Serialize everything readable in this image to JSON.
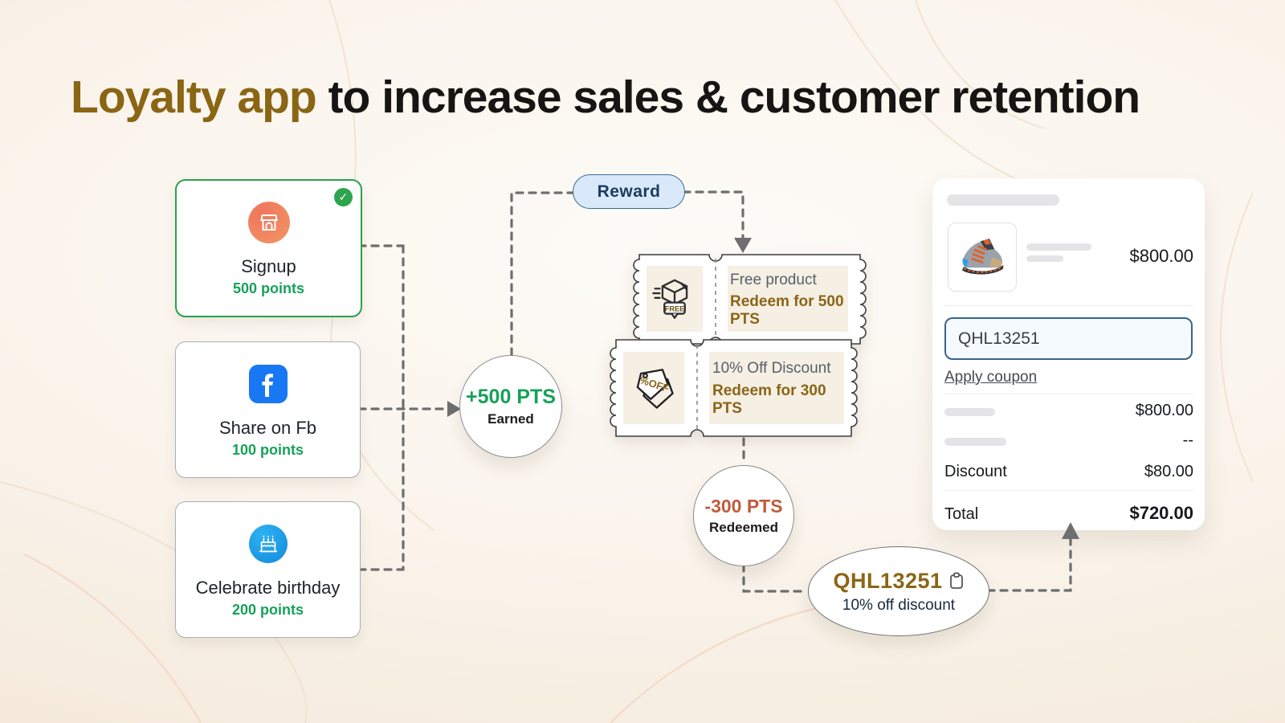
{
  "title": {
    "highlight": "Loyalty app",
    "rest": " to increase sales & customer retention"
  },
  "earn_cards": [
    {
      "label": "Signup",
      "points": "500 points",
      "icon": "storefront-icon",
      "completed_badge": "✓"
    },
    {
      "label": "Share on Fb",
      "points": "100 points",
      "icon": "facebook-icon"
    },
    {
      "label": "Celebrate birthday",
      "points": "200 points",
      "icon": "birthday-cake-icon"
    }
  ],
  "earned_node": {
    "points": "+500 PTS",
    "caption": "Earned"
  },
  "reward_label": "Reward",
  "coupons": [
    {
      "title": "Free product",
      "redeem": "Redeem for 500 PTS",
      "icon": "free-shipping-box-icon",
      "icon_text": "FREE"
    },
    {
      "title": "10% Off Discount",
      "redeem": "Redeem for 300 PTS",
      "icon": "percent-off-tag-icon",
      "icon_text": "%OFF"
    }
  ],
  "redeemed_node": {
    "points": "-300 PTS",
    "caption": "Redeemed"
  },
  "coupon_code_node": {
    "code": "QHL13251",
    "caption": "10% off discount",
    "icon": "copy-icon"
  },
  "checkout": {
    "product_price": "$800.00",
    "coupon_input_value": "QHL13251",
    "apply_link": "Apply coupon",
    "subtotal_value": "$800.00",
    "shipping_value": "--",
    "discount_label": "Discount",
    "discount_value": "$80.00",
    "total_label": "Total",
    "total_value": "$720.00"
  },
  "colors": {
    "accent_gold": "#8a6514",
    "accent_green": "#16a158",
    "accent_rust": "#c05b3b",
    "reward_blue_bg": "#d9e9fa",
    "reward_blue_text": "#1c3c5e",
    "facebook_blue": "#1877f2",
    "dash_gray": "#6e6e6e"
  }
}
